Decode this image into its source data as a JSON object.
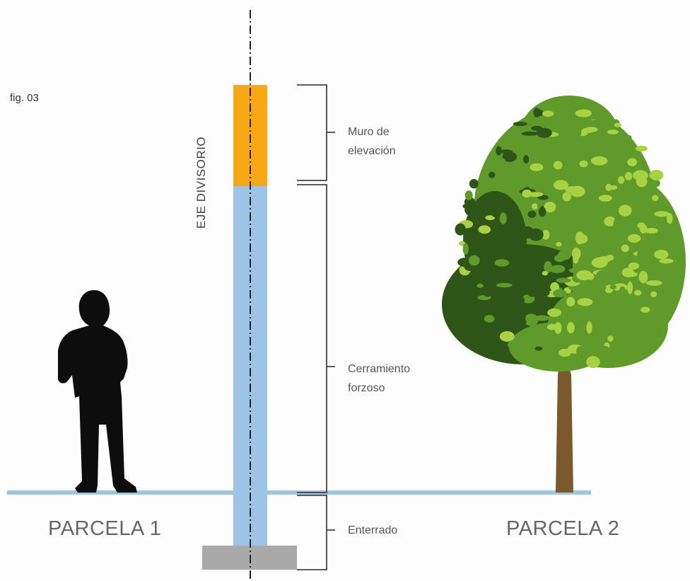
{
  "figure_label": "fig. 03",
  "axis_label": "EJE DIVISORIO",
  "segments": [
    {
      "key": "elevacion",
      "line1": "Muro de",
      "line2": "elevación"
    },
    {
      "key": "cerramiento",
      "line1": "Cerramiento",
      "line2": "forzoso"
    },
    {
      "key": "enterrado",
      "line1": "Enterrado"
    }
  ],
  "parcels": [
    "PARCELA 1",
    "PARCELA 2"
  ],
  "icons": {
    "person": "person-silhouette-icon",
    "tree": "tree-icon"
  },
  "colors": {
    "elevation_wall": "#f6a915",
    "fence_wall": "#9dc3e6",
    "ground_line": "#9dc3e6",
    "footing": "#a9a9a9",
    "axis": "#222222",
    "bracket": "#444444",
    "person": "#0d0d0d",
    "trunk": "#7a5a2c",
    "foliage_dark": "#2f5418",
    "foliage_mid": "#5f9a2a",
    "foliage_light": "#a8d145"
  }
}
